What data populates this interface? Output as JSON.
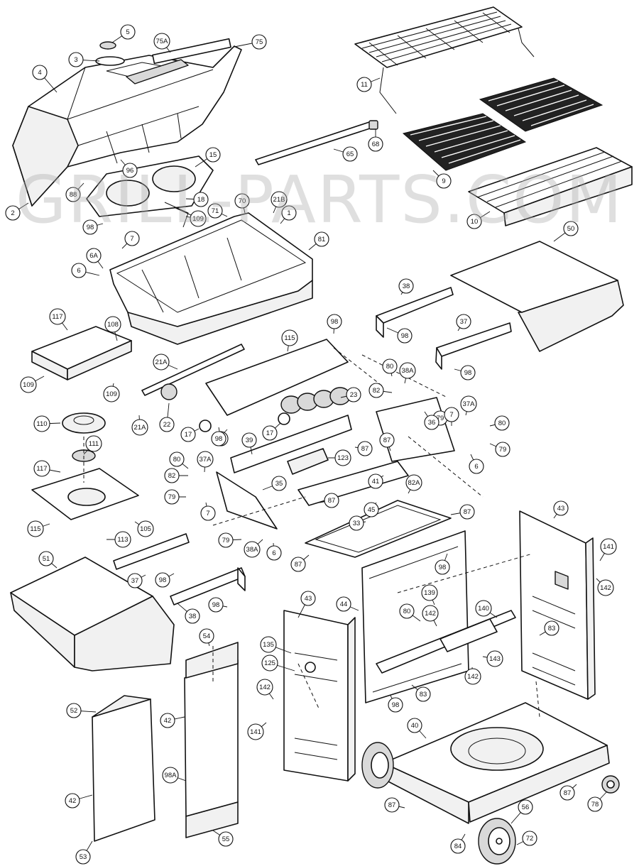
{
  "watermark": "GRILL-PARTS.COM",
  "callouts": [
    {
      "label": "5"
    },
    {
      "label": "3"
    },
    {
      "label": "75A"
    },
    {
      "label": "75"
    },
    {
      "label": "4"
    },
    {
      "label": "11"
    },
    {
      "label": "68"
    },
    {
      "label": "65"
    },
    {
      "label": "9"
    },
    {
      "label": "10"
    },
    {
      "label": "96"
    },
    {
      "label": "15"
    },
    {
      "label": "88"
    },
    {
      "label": "2"
    },
    {
      "label": "18"
    },
    {
      "label": "109"
    },
    {
      "label": "71"
    },
    {
      "label": "70"
    },
    {
      "label": "21B"
    },
    {
      "label": "1"
    },
    {
      "label": "98"
    },
    {
      "label": "7"
    },
    {
      "label": "81"
    },
    {
      "label": "6A"
    },
    {
      "label": "6"
    },
    {
      "label": "50"
    },
    {
      "label": "38"
    },
    {
      "label": "98"
    },
    {
      "label": "117"
    },
    {
      "label": "108"
    },
    {
      "label": "98"
    },
    {
      "label": "115"
    },
    {
      "label": "21A"
    },
    {
      "label": "37"
    },
    {
      "label": "98"
    },
    {
      "label": "109"
    },
    {
      "label": "109"
    },
    {
      "label": "98"
    },
    {
      "label": "80"
    },
    {
      "label": "38A"
    },
    {
      "label": "82"
    },
    {
      "label": "79"
    },
    {
      "label": "23"
    },
    {
      "label": "22"
    },
    {
      "label": "21A"
    },
    {
      "label": "110"
    },
    {
      "label": "17"
    },
    {
      "label": "17"
    },
    {
      "label": "98"
    },
    {
      "label": "7"
    },
    {
      "label": "37A"
    },
    {
      "label": "36"
    },
    {
      "label": "80"
    },
    {
      "label": "79"
    },
    {
      "label": "6"
    },
    {
      "label": "111"
    },
    {
      "label": "39"
    },
    {
      "label": "87"
    },
    {
      "label": "87"
    },
    {
      "label": "123"
    },
    {
      "label": "117"
    },
    {
      "label": "80"
    },
    {
      "label": "37A"
    },
    {
      "label": "82"
    },
    {
      "label": "35"
    },
    {
      "label": "41"
    },
    {
      "label": "82A"
    },
    {
      "label": "79"
    },
    {
      "label": "7"
    },
    {
      "label": "87"
    },
    {
      "label": "45"
    },
    {
      "label": "87"
    },
    {
      "label": "115"
    },
    {
      "label": "105"
    },
    {
      "label": "33"
    },
    {
      "label": "43"
    },
    {
      "label": "113"
    },
    {
      "label": "79"
    },
    {
      "label": "38A"
    },
    {
      "label": "6"
    },
    {
      "label": "87"
    },
    {
      "label": "51"
    },
    {
      "label": "37"
    },
    {
      "label": "98"
    },
    {
      "label": "98"
    },
    {
      "label": "141"
    },
    {
      "label": "142"
    },
    {
      "label": "43"
    },
    {
      "label": "139"
    },
    {
      "label": "44"
    },
    {
      "label": "38"
    },
    {
      "label": "98"
    },
    {
      "label": "80"
    },
    {
      "label": "142"
    },
    {
      "label": "140"
    },
    {
      "label": "83"
    },
    {
      "label": "54"
    },
    {
      "label": "135"
    },
    {
      "label": "143"
    },
    {
      "label": "125"
    },
    {
      "label": "142"
    },
    {
      "label": "98"
    },
    {
      "label": "83"
    },
    {
      "label": "52"
    },
    {
      "label": "42"
    },
    {
      "label": "142"
    },
    {
      "label": "141"
    },
    {
      "label": "40"
    },
    {
      "label": "42"
    },
    {
      "label": "98A"
    },
    {
      "label": "87"
    },
    {
      "label": "78"
    },
    {
      "label": "87"
    },
    {
      "label": "56"
    },
    {
      "label": "55"
    },
    {
      "label": "84"
    },
    {
      "label": "72"
    },
    {
      "label": "53"
    }
  ]
}
